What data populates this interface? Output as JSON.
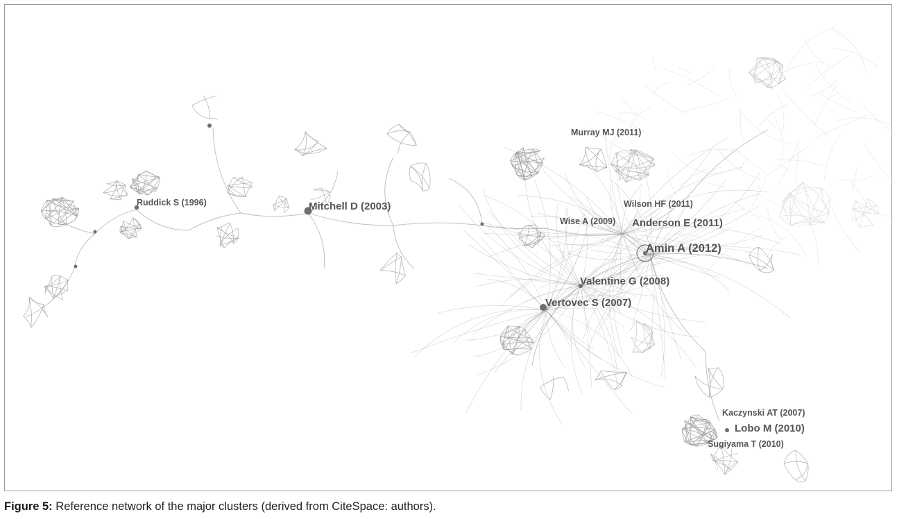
{
  "figure": {
    "label": "Figure 5:",
    "caption": "Reference network of the major clusters (derived from CiteSpace: authors)."
  },
  "network": {
    "node_labels": [
      {
        "id": "ruddick",
        "text": "Ruddick S (1996)",
        "weight": "small"
      },
      {
        "id": "mitchell",
        "text": "Mitchell D (2003)",
        "weight": "medium"
      },
      {
        "id": "murray",
        "text": "Murray MJ (2011)",
        "weight": "small"
      },
      {
        "id": "wilson",
        "text": "Wilson HF (2011)",
        "weight": "small"
      },
      {
        "id": "wise",
        "text": "Wise A (2009)",
        "weight": "small"
      },
      {
        "id": "anderson",
        "text": "Anderson E (2011)",
        "weight": "medium"
      },
      {
        "id": "amin",
        "text": "Amin A (2012)",
        "weight": "large"
      },
      {
        "id": "valentine",
        "text": "Valentine G (2008)",
        "weight": "medium"
      },
      {
        "id": "vertovec",
        "text": "Vertovec S (2007)",
        "weight": "medium"
      },
      {
        "id": "kaczynski",
        "text": "Kaczynski AT (2007)",
        "weight": "small"
      },
      {
        "id": "lobo",
        "text": "Lobo M (2010)",
        "weight": "medium"
      },
      {
        "id": "sugiyama",
        "text": "Sugiyama T (2010)",
        "weight": "small"
      }
    ],
    "colors": {
      "edge": "#9e9e9e",
      "edge_faint": "#dcdcdc",
      "node": "#6f6f6f",
      "label": "#555555"
    }
  }
}
